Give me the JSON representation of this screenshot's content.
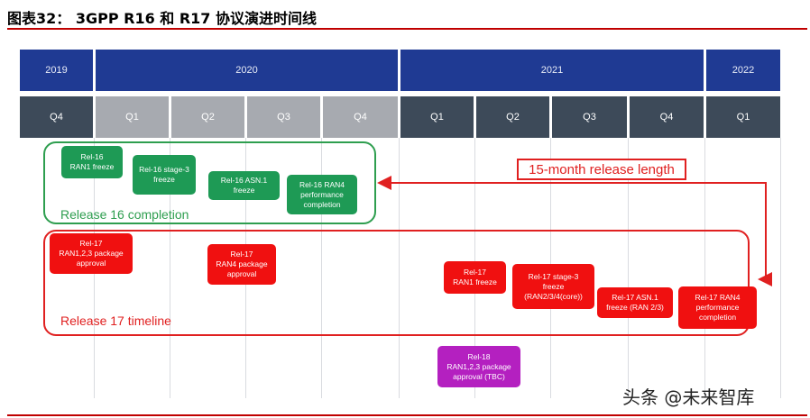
{
  "figure": {
    "title": "图表32： 3GPP R16 和 R17 协议演进时间线"
  },
  "timeline": {
    "years": [
      "2019",
      "2020",
      "2021",
      "2022"
    ],
    "quarters": [
      "Q4",
      "Q1",
      "Q2",
      "Q3",
      "Q4",
      "Q1",
      "Q2",
      "Q3",
      "Q4",
      "Q1"
    ]
  },
  "release16": {
    "label": "Release 16 completion",
    "color": "#2e9e4f",
    "milestones": [
      "Rel-16\nRAN1 freeze",
      "Rel-16 stage-3\nfreeze",
      "Rel-16 ASN.1\nfreeze",
      "Rel-16 RAN4\nperformance\ncompletion"
    ]
  },
  "release17": {
    "label": "Release 17 timeline",
    "color": "#e02020",
    "milestones": [
      "Rel-17\nRAN1,2,3 package\napproval",
      "Rel-17\nRAN4 package\napproval",
      "Rel-17\nRAN1 freeze",
      "Rel-17 stage-3\nfreeze\n(RAN2/3/4(core))",
      "Rel-17 ASN.1\nfreeze (RAN 2/3)",
      "Rel-17 RAN4\nperformance\ncompletion"
    ]
  },
  "release18": {
    "milestones": [
      "Rel-18\nRAN1,2,3 package\napproval (TBC)"
    ]
  },
  "callout": {
    "label": "15-month release length",
    "color": "#e02020"
  },
  "watermark": "头条 @未来智库"
}
